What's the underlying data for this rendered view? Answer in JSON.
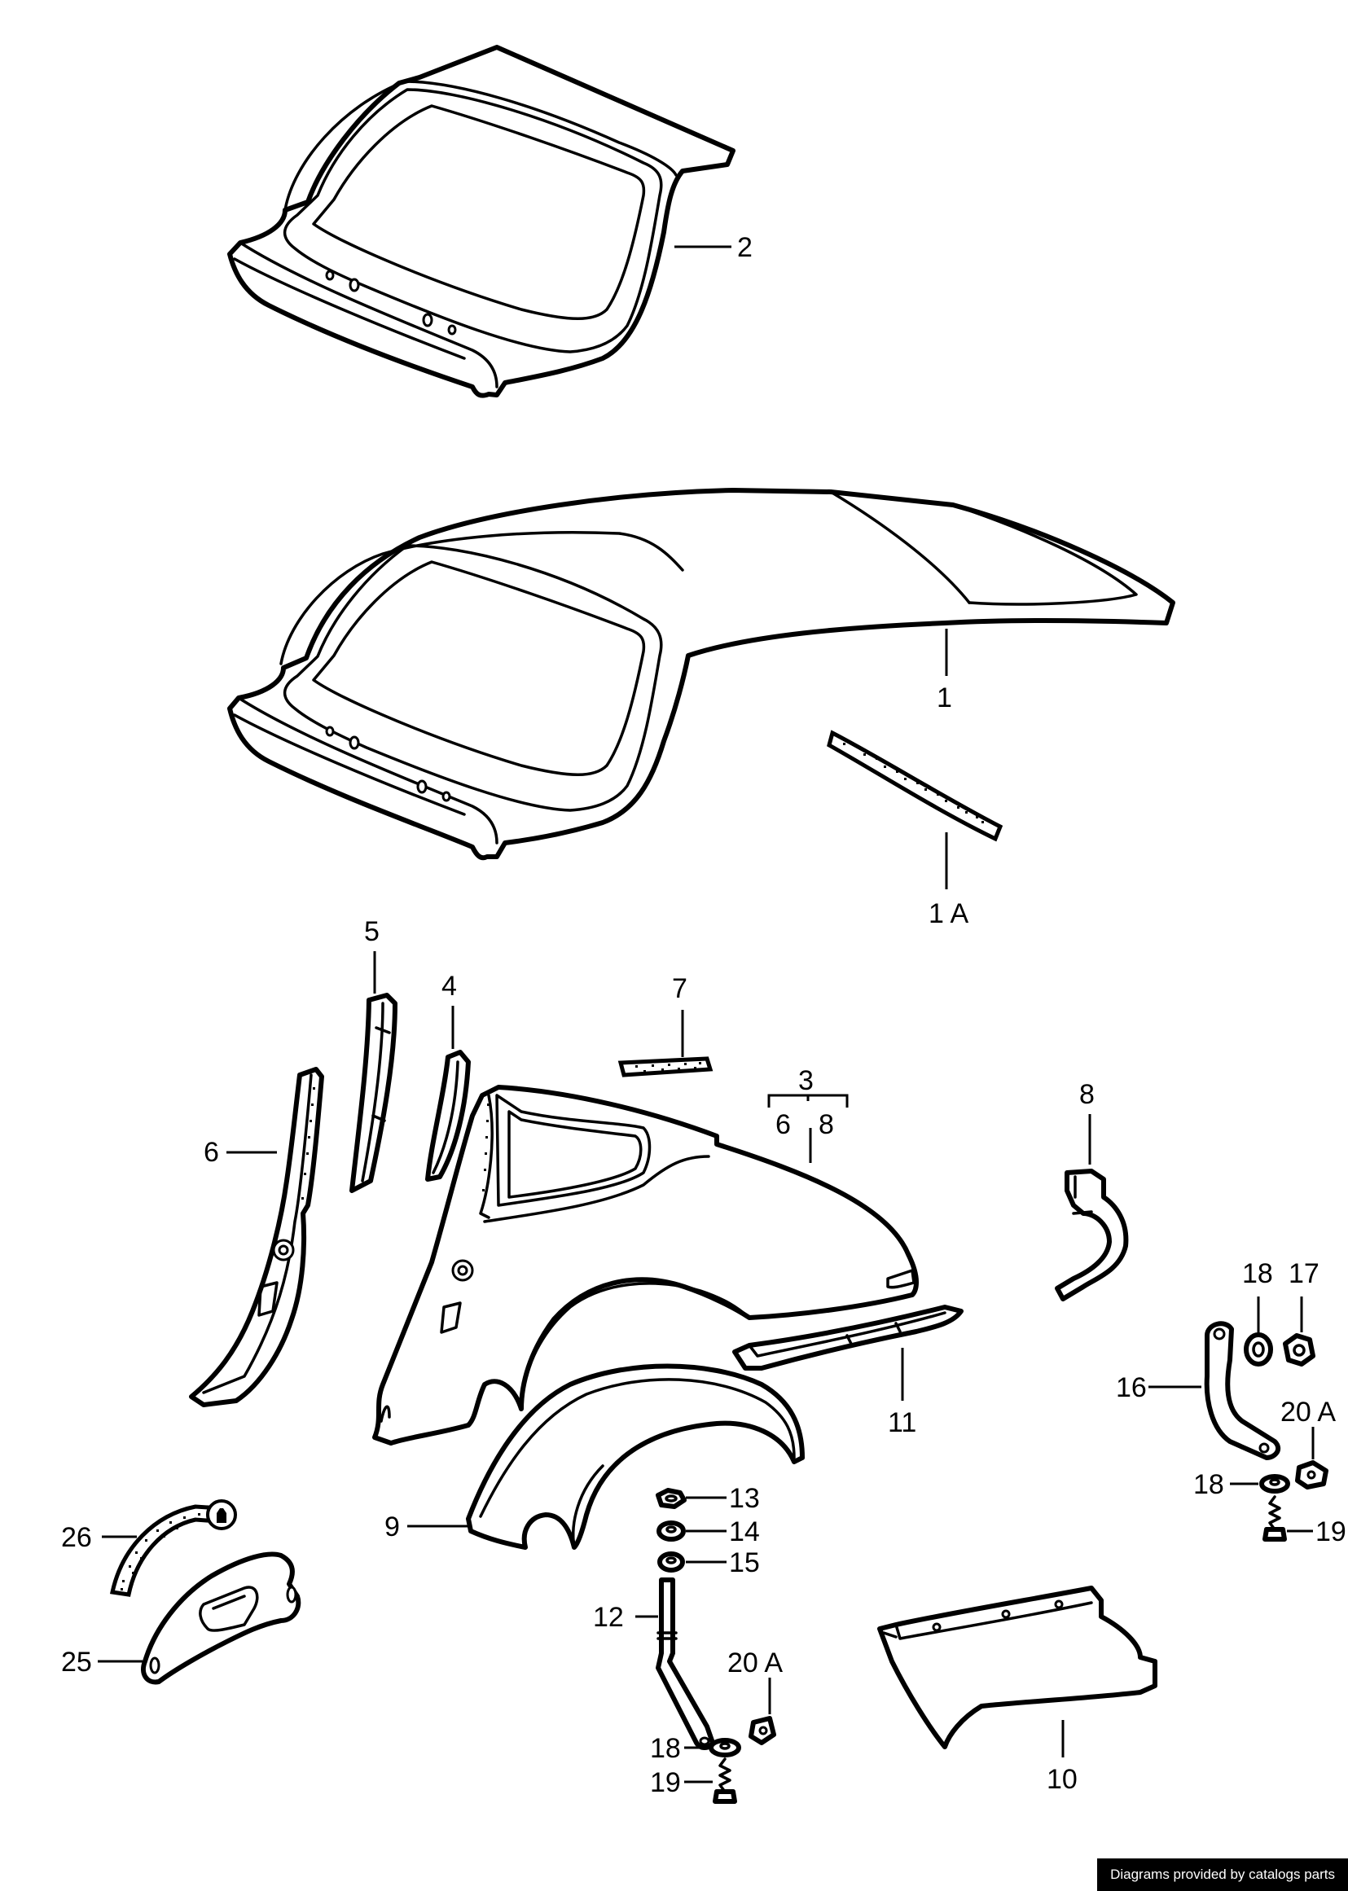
{
  "diagram": {
    "labels": {
      "p1": "1",
      "p1a": "1 A",
      "p2": "2",
      "p3": "3",
      "p3_6": "6",
      "p3_8": "8",
      "p4": "4",
      "p5": "5",
      "p6": "6",
      "p7": "7",
      "p8": "8",
      "p9": "9",
      "p10": "10",
      "p11": "11",
      "p12": "12",
      "p13": "13",
      "p14": "14",
      "p15": "15",
      "p16": "16",
      "p17": "17",
      "p18a": "18",
      "p18b": "18",
      "p18c": "18",
      "p19a": "19",
      "p19b": "19",
      "p20a_1": "20 A",
      "p20a_2": "20 A",
      "p25": "25",
      "p26": "26"
    }
  },
  "footer": {
    "credit": "Diagrams provided by catalogs parts"
  }
}
